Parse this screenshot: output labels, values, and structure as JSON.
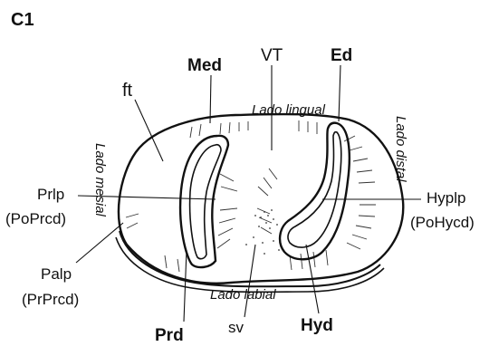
{
  "figure": {
    "panel": "C1",
    "labels": {
      "med": "Med",
      "ed": "Ed",
      "vt": "VT",
      "ft": "ft",
      "prlp": "Prlp",
      "prlp_sub": "(PoPrcd)",
      "hyplp": "Hyplp",
      "hyplp_sub": "(PoHycd)",
      "palp": "Palp",
      "palp_sub": "(PrPrcd)",
      "prd": "Prd",
      "sv": "sv",
      "hyd": "Hyd"
    },
    "orientation": {
      "lingual": "Lado lingual",
      "labial": "Lado labial",
      "mesial": "Lado mesial",
      "distal": "Lado distal"
    },
    "colors": {
      "ink": "#111111",
      "background": "#ffffff"
    }
  }
}
